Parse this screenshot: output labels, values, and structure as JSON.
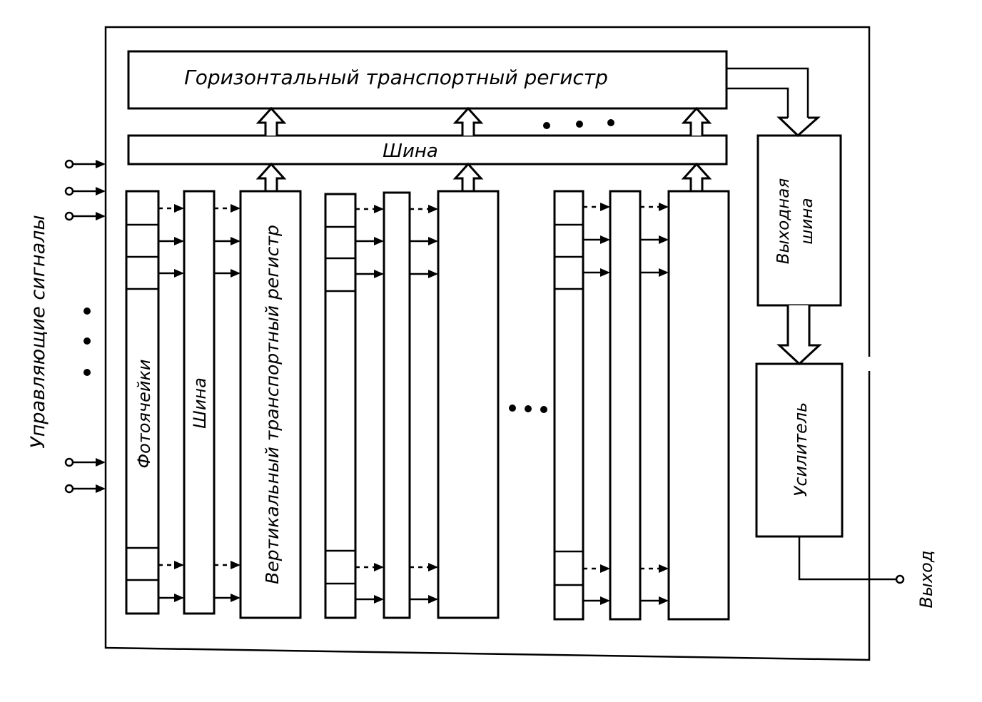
{
  "labels": {
    "horizontal_register": "Горизонтальный транспортный регистр",
    "bus_top": "Шина",
    "photocells": "Фотоячейки",
    "bus_vertical": "Шина",
    "vertical_register": "Вертикальный транспортный регистр",
    "output_bus": "Выходная шина",
    "amplifier": "Усилитель",
    "control_signals": "Управляющие сигналы",
    "output": "Выход"
  },
  "ellipsis": "• • •"
}
